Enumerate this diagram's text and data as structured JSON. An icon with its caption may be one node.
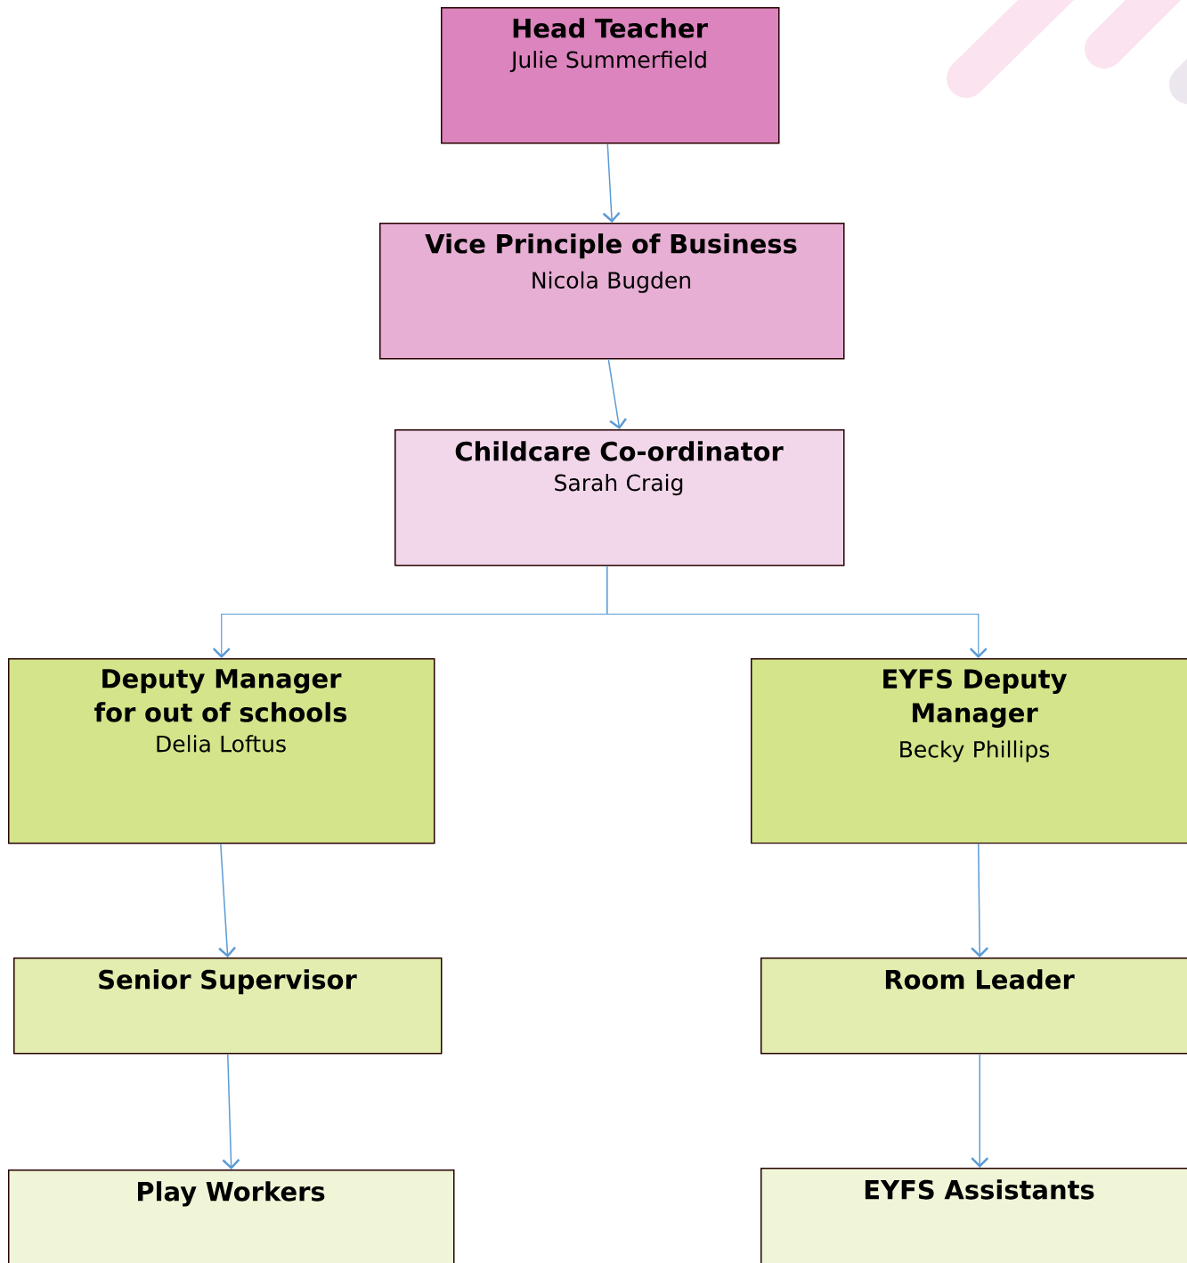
{
  "diagram": {
    "nodes": [
      {
        "text": [
          "Head Teacher",
          "Julie Summerfield"
        ]
      },
      {
        "text": [
          "Vice Principle of Business",
          "Nicola Bugden"
        ]
      },
      {
        "text": [
          "Childcare Co-ordinator",
          "Sarah Craig"
        ]
      },
      {
        "text": [
          "Deputy Manager for out of schools",
          "Delia Loftus"
        ]
      },
      {
        "text": [
          "EYFS Deputy Manager",
          "Becky Phillips"
        ]
      },
      {
        "text": [
          "Senior Supervisor"
        ]
      },
      {
        "text": [
          "Room Leader"
        ]
      },
      {
        "text": [
          "Play Workers"
        ]
      },
      {
        "text": [
          "EYFS Assistants"
        ]
      }
    ],
    "edges": [
      {
        "from": 0,
        "to": 1,
        "arrow": "to"
      },
      {
        "from": 1,
        "to": 2,
        "arrow": "to"
      },
      {
        "from": 2,
        "to": 3,
        "arrow": "to"
      },
      {
        "from": 2,
        "to": 4,
        "arrow": "to"
      },
      {
        "from": 3,
        "to": 5,
        "arrow": "to"
      },
      {
        "from": 4,
        "to": 6,
        "arrow": "to"
      },
      {
        "from": 5,
        "to": 7,
        "arrow": "to"
      },
      {
        "from": 6,
        "to": 8,
        "arrow": "to"
      }
    ]
  }
}
